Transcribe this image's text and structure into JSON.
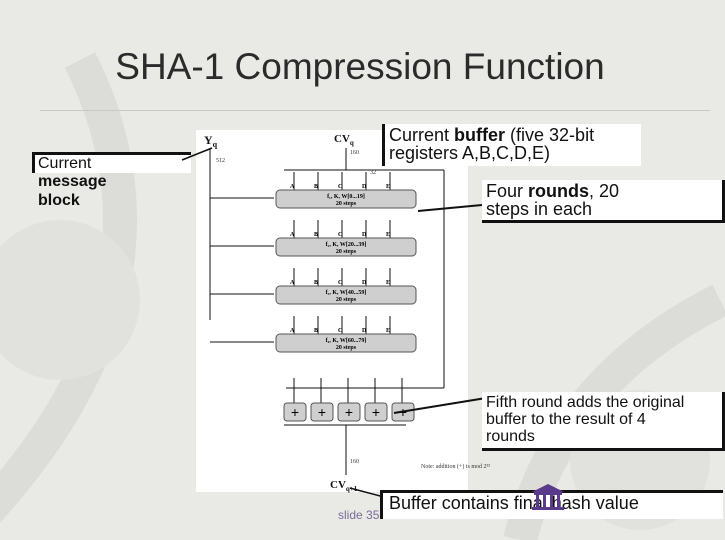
{
  "slide": {
    "title": "SHA-1 Compression Function",
    "number": "slide 35"
  },
  "callouts": {
    "message_block": [
      "Current",
      "message",
      "block"
    ],
    "buffer": {
      "prefix": "Current ",
      "bold": "buffer",
      "suffix": " (five 32-bit",
      "line2": "registers A,B,C,D,E)"
    },
    "rounds": {
      "prefix": "Four ",
      "bold": "rounds",
      "suffix": ", 20",
      "line2": "steps in each"
    },
    "fifth_round": [
      "Fifth round adds the original",
      "buffer to the result of 4",
      "rounds"
    ],
    "final": "Buffer contains final hash value"
  },
  "diagram": {
    "yq": "Y",
    "yq_sub": "q",
    "cvq": "CV",
    "cvq_sub": "q",
    "cvq1": "CV",
    "cvq1_sub": "q+1",
    "bits_160_top": "160",
    "bits_160_bottom": "160",
    "bits_512": "512",
    "bits_32": "32",
    "registers": [
      "A",
      "B",
      "C",
      "D",
      "E"
    ],
    "rounds": [
      {
        "label": "f₁, K, W[0...19]",
        "steps": "20 steps"
      },
      {
        "label": "f₂, K, W[20...39]",
        "steps": "20 steps"
      },
      {
        "label": "f₃, K, W[40...59]",
        "steps": "20 steps"
      },
      {
        "label": "f₄, K, W[60...79]",
        "steps": "20 steps"
      }
    ],
    "note": "Note: addition (+) is mod 2³²"
  }
}
